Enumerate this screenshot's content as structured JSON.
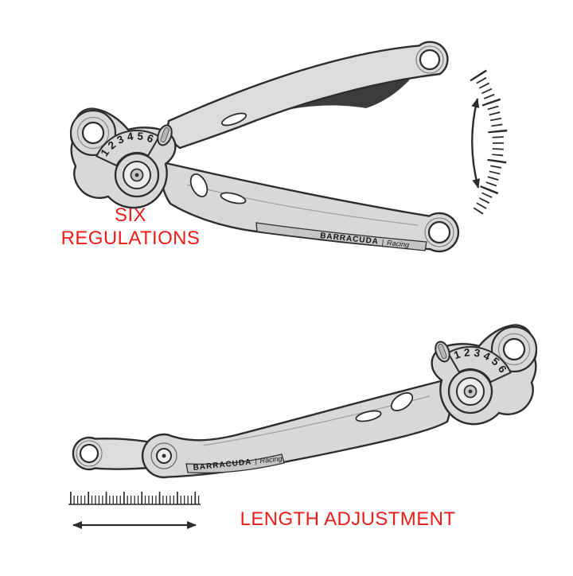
{
  "figure": {
    "top": {
      "caption_line1": "SIX",
      "caption_line2": "REGULATIONS",
      "dial_numbers": [
        "1",
        "2",
        "3",
        "4",
        "5",
        "6"
      ],
      "brand": "BARRACUDA",
      "brand_separator": "|",
      "brand_model": "Racing"
    },
    "bottom": {
      "caption": "LENGTH ADJUSTMENT",
      "dial_numbers": [
        "1",
        "2",
        "3",
        "4",
        "5",
        "6"
      ],
      "brand": "BARRACUDA",
      "brand_separator": "|",
      "brand_model": "Racing"
    },
    "colors": {
      "accent_red": "#ee1d19",
      "lever_fill": "#d8d8d8",
      "outline": "#2d2d2d",
      "shading_dark": "#3c3c3c"
    }
  }
}
